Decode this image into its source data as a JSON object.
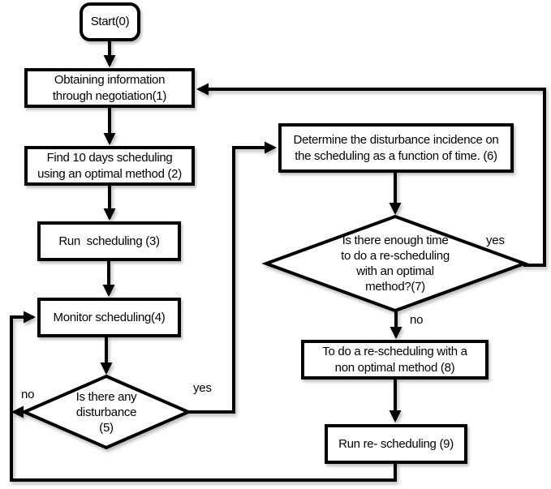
{
  "diagram": {
    "type": "flowchart",
    "colors": {
      "stroke": "#000000",
      "background": "#ffffff",
      "text": "#000000"
    },
    "nodes": {
      "start": {
        "label": "Start(0)",
        "shape": "rounded-rect"
      },
      "n1": {
        "label": "Obtaining information\nthrough negotiation(1)",
        "shape": "rect"
      },
      "n2": {
        "label": "Find 10 days scheduling\nusing an optimal method (2)",
        "shape": "rect"
      },
      "n3": {
        "label": "Run  scheduling (3)",
        "shape": "rect"
      },
      "n4": {
        "label": "Monitor scheduling(4)",
        "shape": "rect"
      },
      "n5": {
        "label": "Is there any\ndisturbance\n(5)",
        "shape": "diamond"
      },
      "n6": {
        "label": "Determine the disturbance incidence on\nthe scheduling as a function of time. (6)",
        "shape": "rect"
      },
      "n7": {
        "label": "Is there enough time\nto do a re-scheduling\nwith an optimal\nmethod?(7)",
        "shape": "diamond"
      },
      "n8": {
        "label": "To do a re-scheduling with a\nnon optimal method (8)",
        "shape": "rect"
      },
      "n9": {
        "label": "Run re- scheduling (9)",
        "shape": "rect"
      }
    },
    "edge_labels": {
      "n5_no": "no",
      "n5_yes": "yes",
      "n7_yes": "yes",
      "n7_no": "no"
    },
    "edges": [
      {
        "from": "start",
        "to": "n1"
      },
      {
        "from": "n1",
        "to": "n2"
      },
      {
        "from": "n2",
        "to": "n3"
      },
      {
        "from": "n3",
        "to": "n4"
      },
      {
        "from": "n4",
        "to": "n5"
      },
      {
        "from": "n5",
        "to": "n6",
        "label": "yes"
      },
      {
        "from": "n5",
        "to": "n4",
        "label": "no"
      },
      {
        "from": "n6",
        "to": "n7"
      },
      {
        "from": "n7",
        "to": "n1",
        "label": "yes"
      },
      {
        "from": "n7",
        "to": "n8",
        "label": "no"
      },
      {
        "from": "n8",
        "to": "n9"
      },
      {
        "from": "n9",
        "to": "n4"
      }
    ]
  }
}
